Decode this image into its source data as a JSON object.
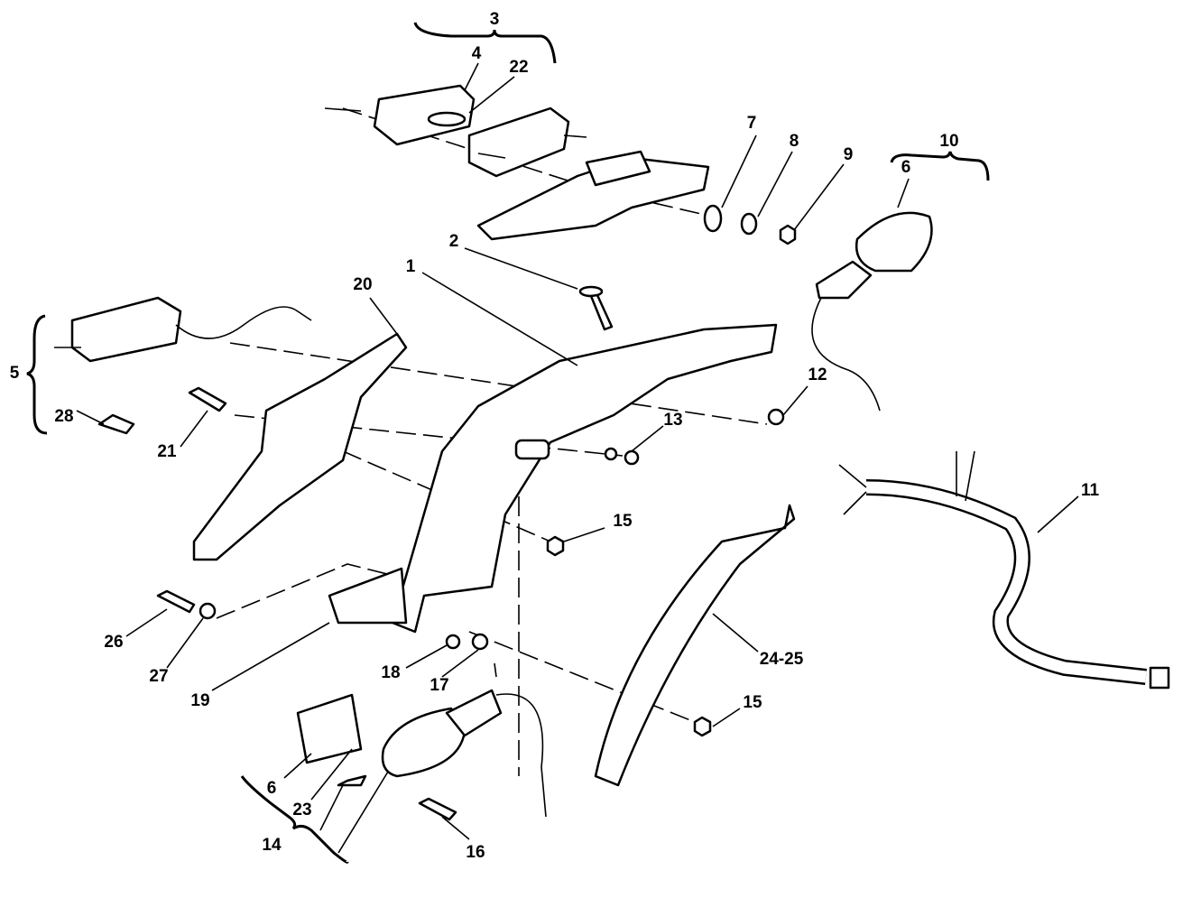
{
  "diagram": {
    "labels": {
      "l1": "1",
      "l2": "2",
      "l3": "3",
      "l4": "4",
      "l5": "5",
      "l6a": "6",
      "l6b": "6",
      "l7": "7",
      "l8": "8",
      "l9": "9",
      "l10": "10",
      "l11": "11",
      "l12": "12",
      "l13": "13",
      "l14": "14",
      "l15a": "15",
      "l15b": "15",
      "l16": "16",
      "l17": "17",
      "l18": "18",
      "l19": "19",
      "l20": "20",
      "l21": "21",
      "l22": "22",
      "l23": "23",
      "l24": "24-25",
      "l26": "26",
      "l27": "27",
      "l28": "28"
    }
  }
}
